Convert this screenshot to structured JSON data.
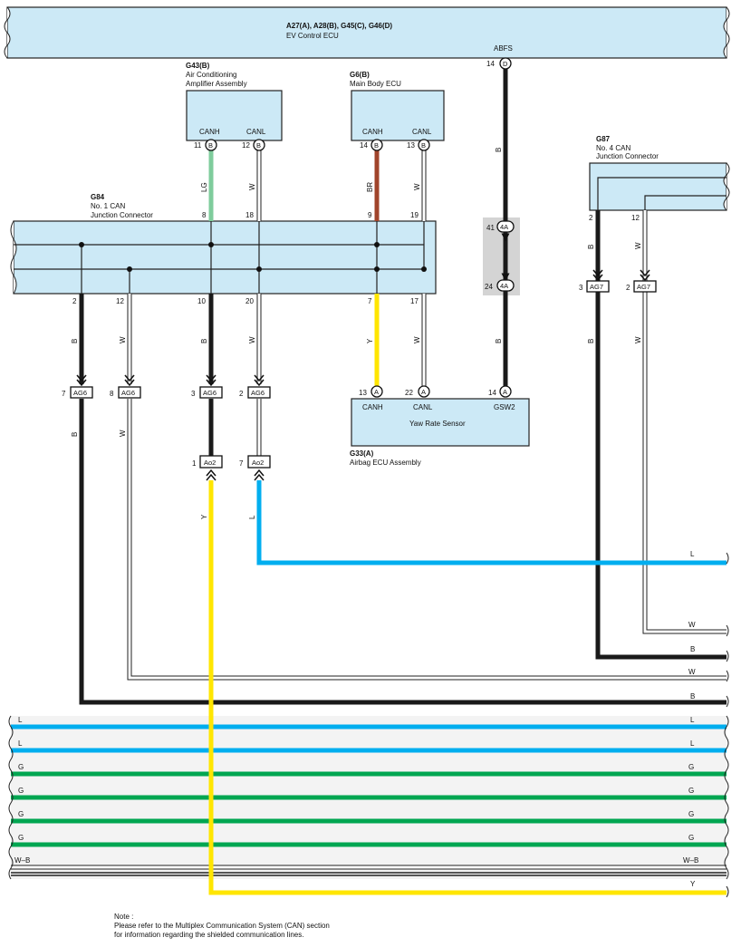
{
  "ev_ecu": {
    "code": "A27(A), A28(B), G45(C), G46(D)",
    "name": "EV Control ECU",
    "pin": "14",
    "letter": "D",
    "signal": "ABFS"
  },
  "ac_amp": {
    "code": "G43(B)",
    "name1": "Air Conditioning",
    "name2": "Amplifier Assembly",
    "canh": "CANH",
    "canl": "CANL",
    "canh_pin": "11",
    "canl_pin": "12",
    "letter": "B"
  },
  "main_ecu": {
    "code": "G6(B)",
    "name": "Main Body ECU",
    "canh": "CANH",
    "canl": "CANL",
    "canh_pin": "14",
    "canl_pin": "13",
    "letter": "B"
  },
  "jc1": {
    "code": "G84",
    "name1": "No.  1 CAN",
    "name2": "Junction Connector",
    "pins_top": [
      "8",
      "18",
      "9",
      "19"
    ],
    "pins_bottom": [
      "2",
      "12",
      "10",
      "20",
      "7",
      "17"
    ]
  },
  "jc4": {
    "code": "G87",
    "name1": "No.  4 CAN",
    "name2": "Junction Connector",
    "pins": [
      "2",
      "12"
    ]
  },
  "inline_4a": {
    "label": "4A",
    "pin_top": "41",
    "pin_bottom": "24"
  },
  "ag6": {
    "label": "AG6",
    "pins": [
      "7",
      "8",
      "3",
      "2"
    ]
  },
  "ag7": {
    "label": "AG7",
    "pins": [
      "3",
      "2"
    ]
  },
  "ao2": {
    "label": "Ao2",
    "pins": [
      "1",
      "7"
    ]
  },
  "yaw": {
    "name": "Yaw Rate Sensor",
    "code": "G33(A)",
    "assembly": "Airbag ECU Assembly",
    "canh": "CANH",
    "canl": "CANL",
    "gsw2": "GSW2",
    "canh_pin": "13",
    "canl_pin": "22",
    "gsw2_pin": "14",
    "letter": "A"
  },
  "wire_colors": {
    "LG": "LG",
    "W": "W",
    "BR": "BR",
    "B": "B",
    "Y": "Y",
    "L": "L",
    "G": "G",
    "WB": "W–B"
  },
  "note": {
    "title": "Note :",
    "line1": "Please refer to the Multiplex Communication System (CAN) section",
    "line2": "for information regarding the shielded communication lines."
  },
  "colors": {
    "ecu_fill": "#cce9f6",
    "black": "#1a1a1a",
    "blue": "#00aeef",
    "green": "#00a651",
    "yellow": "#ffe600",
    "light_green": "#7fcc9c",
    "brown": "#a0442b",
    "grey_box": "#d4d4d4"
  }
}
